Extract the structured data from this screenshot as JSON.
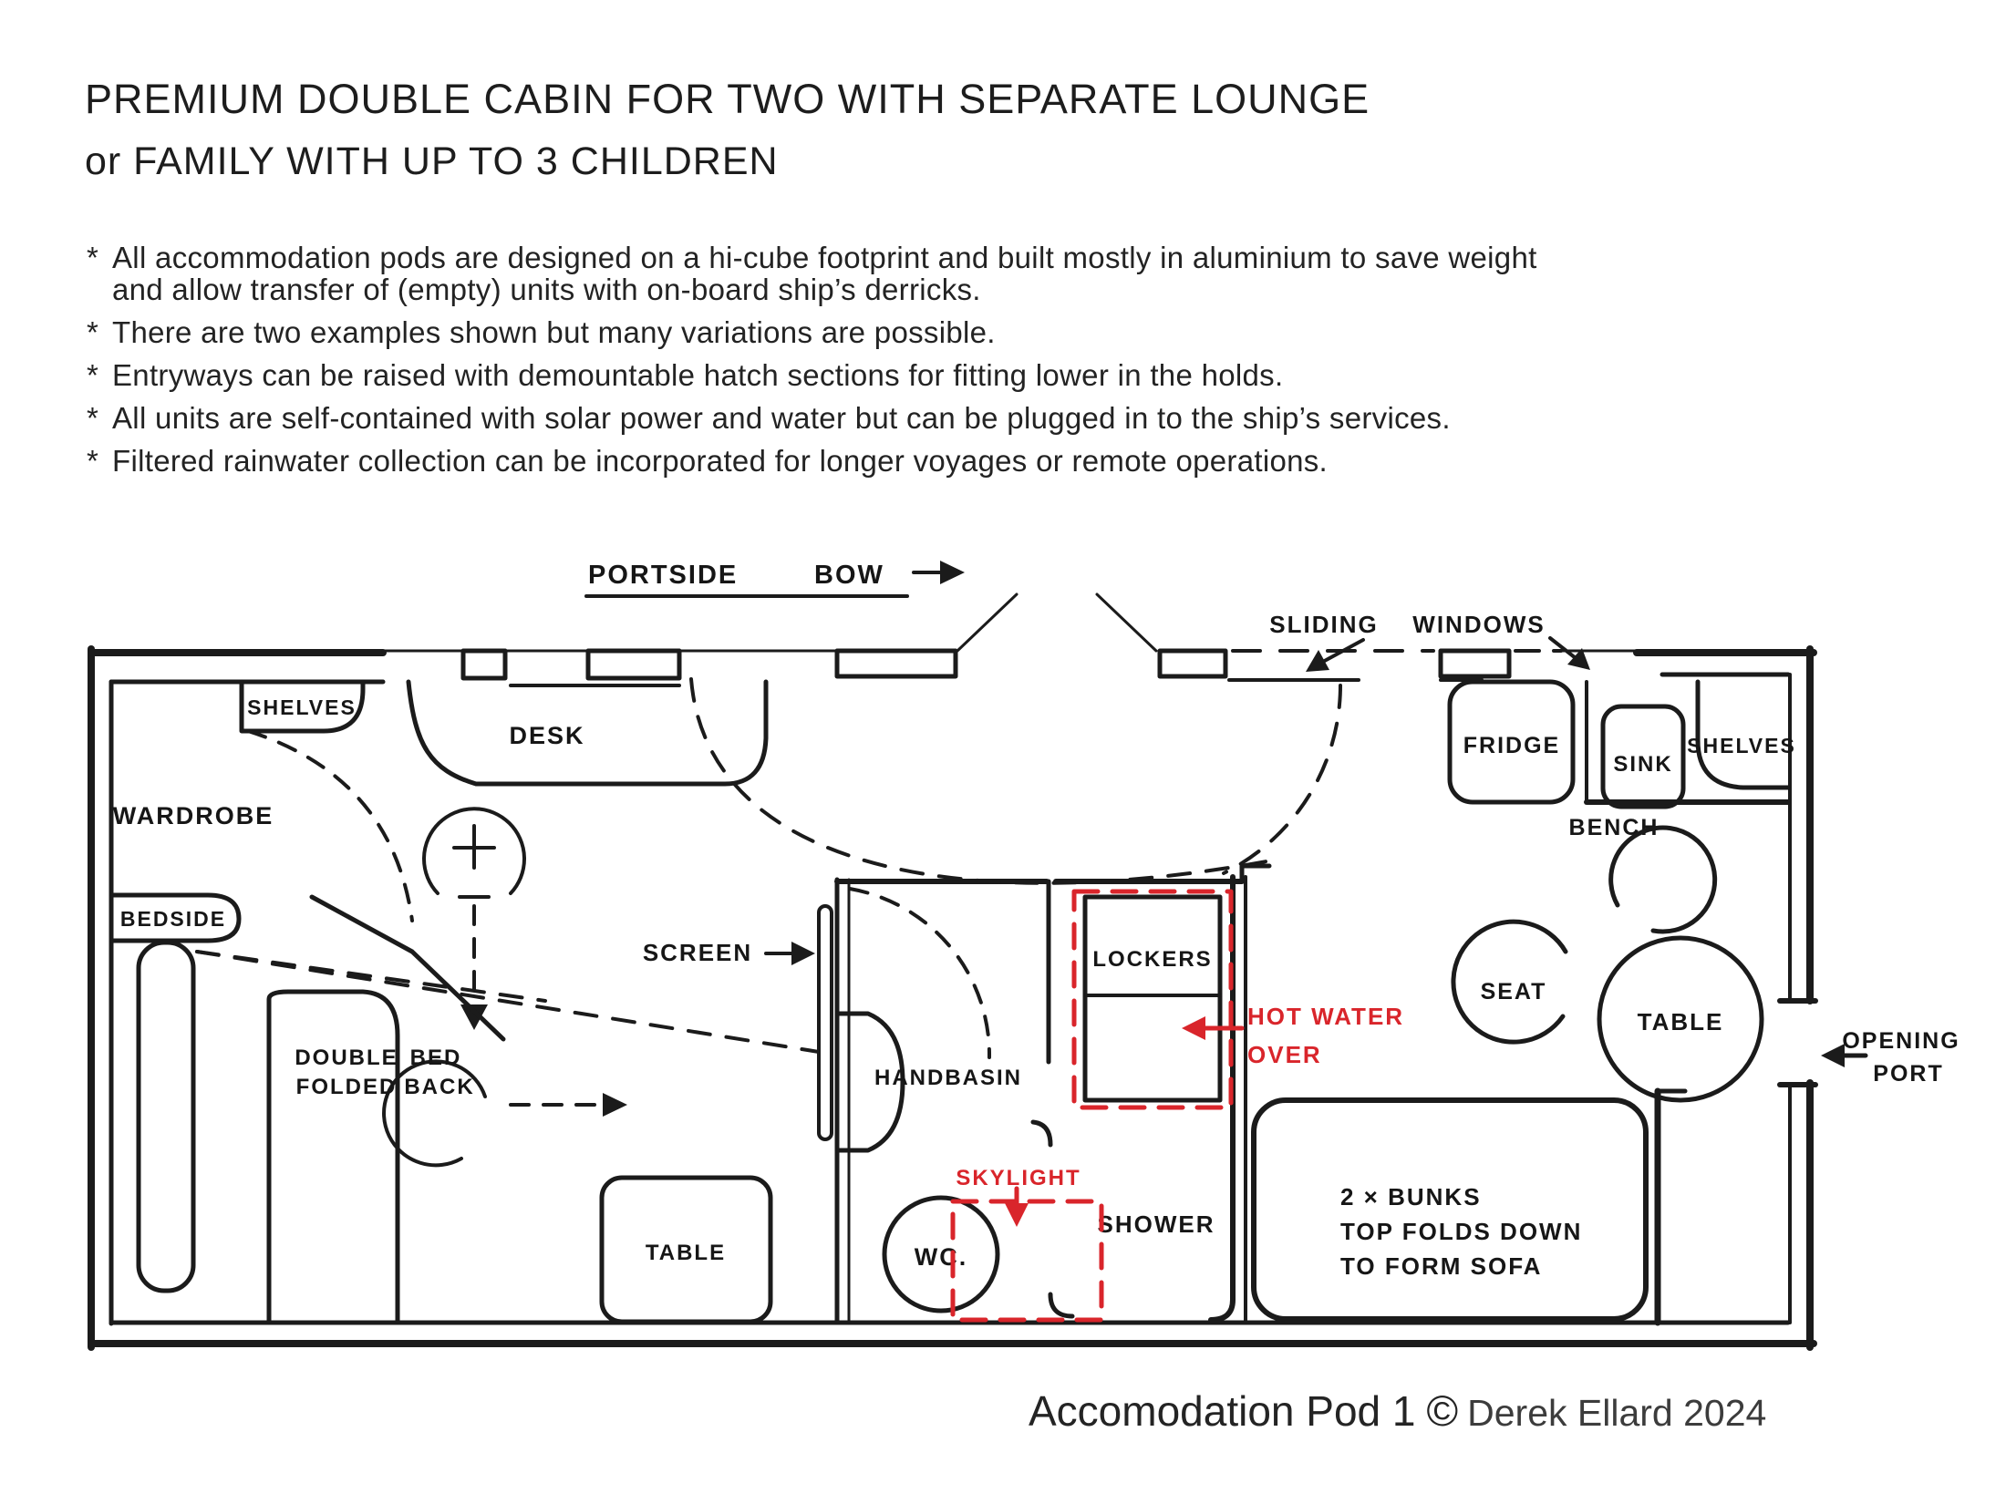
{
  "title": {
    "line1": "PREMIUM DOUBLE CABIN FOR TWO WITH SEPARATE LOUNGE",
    "line2": "or FAMILY WITH UP TO 3 CHILDREN"
  },
  "notes": [
    {
      "bullet": "*",
      "text": "All accommodation pods are designed on a hi-cube footprint and built mostly in aluminium to save weight"
    },
    {
      "bullet": "",
      "text": "and allow transfer of (empty) units with on-board ship’s derricks."
    },
    {
      "bullet": "*",
      "text": "There are two examples shown but many variations are possible."
    },
    {
      "bullet": "*",
      "text": "Entryways can be raised with demountable hatch sections for fitting lower in the holds."
    },
    {
      "bullet": "*",
      "text": "All units are self-contained with solar power and water but can be plugged in to the ship’s services."
    },
    {
      "bullet": "*",
      "text": "Filtered rainwater collection can be incorporated for longer voyages or remote operations."
    }
  ],
  "plan": {
    "orientation": {
      "portside": "PORTSIDE",
      "bow": "BOW",
      "sliding": "SLIDING",
      "windows": "WINDOWS",
      "opening": "OPENING",
      "port": "PORT"
    },
    "bedroom": {
      "shelves": "SHELVES",
      "desk": "DESK",
      "wardrobe": "WARDROBE",
      "bedside": "BEDSIDE",
      "double": "DOUBLE",
      "folded": "FOLDED",
      "bed": "BED",
      "back": "BACK",
      "screen": "SCREEN",
      "table": "TABLE"
    },
    "bathroom": {
      "handbasin": "HANDBASIN",
      "wc": "WC.",
      "shower": "SHOWER",
      "skylight": "SKYLIGHT",
      "lockers": "LOCKERS",
      "hot_water": "HOT WATER",
      "over": "OVER"
    },
    "lounge": {
      "fridge": "FRIDGE",
      "sink": "SINK",
      "shelves": "SHELVES",
      "bench": "BENCH",
      "seat": "SEAT",
      "table": "TABLE",
      "bunks_line1": "2 × BUNKS",
      "bunks_line2": "TOP FOLDS DOWN",
      "bunks_line3": "TO FORM SOFA"
    }
  },
  "footer": {
    "pod": "Accomodation Pod 1",
    "copyright": "©",
    "author": "Derek Ellard 2024"
  },
  "colors": {
    "ink": "#1b1b1b",
    "accent_red": "#d9252b",
    "background": "#ffffff"
  }
}
